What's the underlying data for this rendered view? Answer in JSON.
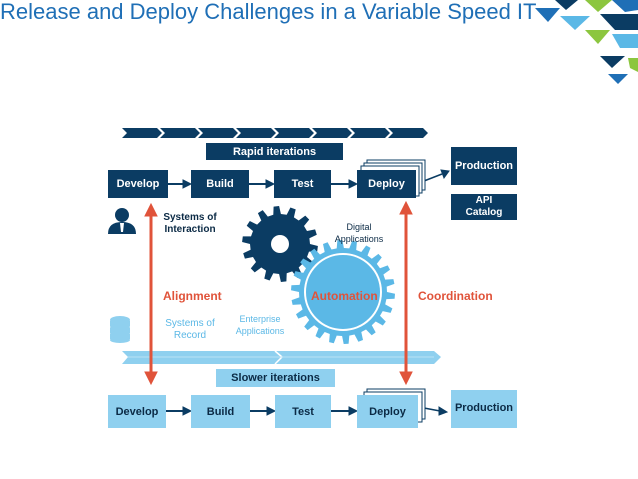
{
  "slide": {
    "title": "Release and Deploy Challenges in a Variable Speed IT"
  },
  "top_lane": {
    "iterations_label": "Rapid iterations",
    "stages": [
      "Develop",
      "Build",
      "Test",
      "Deploy"
    ],
    "production_label": "Production",
    "catalog_label_line1": "API",
    "catalog_label_line2": "Catalog"
  },
  "bottom_lane": {
    "iterations_label": "Slower iterations",
    "stages": [
      "Develop",
      "Build",
      "Test",
      "Deploy"
    ],
    "production_label": "Production"
  },
  "labels": {
    "systems_interaction_line1": "Systems of",
    "systems_interaction_line2": "Interaction",
    "digital_apps_line1": "Digital",
    "digital_apps_line2": "Applications",
    "systems_record_line1": "Systems of",
    "systems_record_line2": "Record",
    "enterprise_apps_line1": "Enterprise",
    "enterprise_apps_line2": "Applications",
    "alignment": "Alignment",
    "automation": "Automation",
    "coordination": "Coordination"
  },
  "icons": [
    "user-icon",
    "database-icon",
    "gear-icon"
  ],
  "colors": {
    "title": "#1f6fb6",
    "dark_navy": "#0b3c63",
    "light_blue": "#5bb8e6",
    "accent_red": "#e0533a",
    "logo_green": "#8cc63f"
  }
}
